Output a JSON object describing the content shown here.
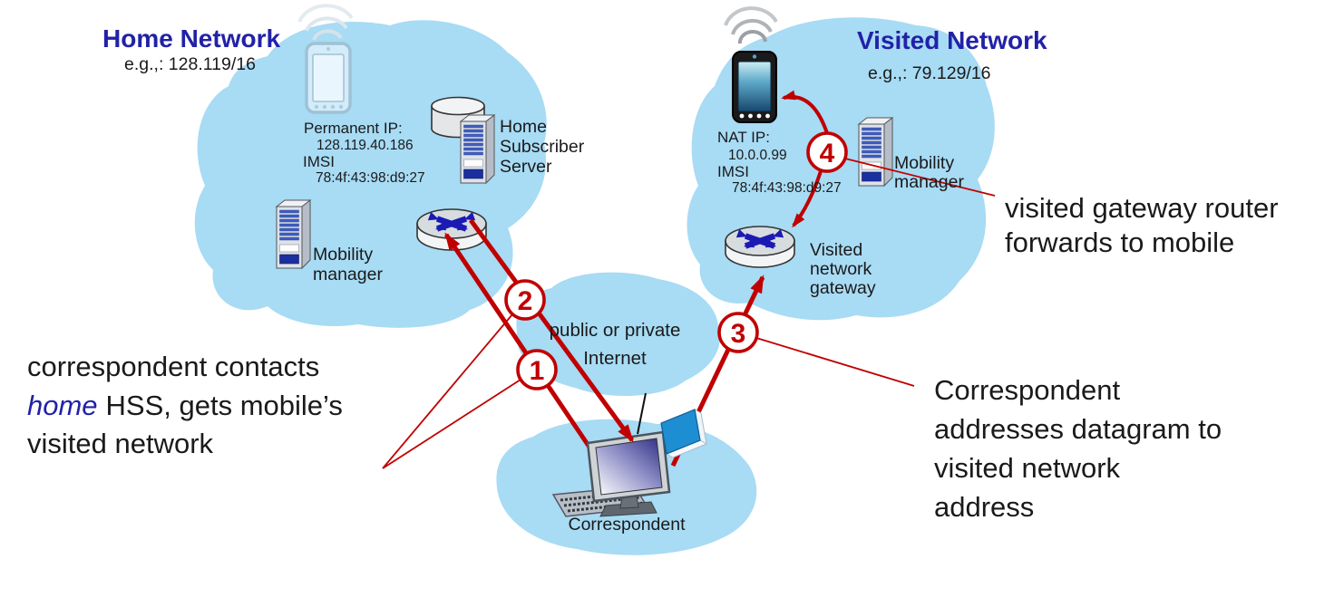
{
  "colors": {
    "accent_red": "#C00000",
    "title_blue": "#2121A8",
    "cloud_blue": "#A8DBF4",
    "router_x_blue": "#1B1BB4"
  },
  "home_network": {
    "title": "Home Network",
    "subnet": "e.g.,: 128.119/16",
    "phone_info": {
      "line1": "Permanent IP:",
      "line2": "128.119.40.186",
      "line3": "IMSI",
      "line4": "78:4f:43:98:d9:27"
    },
    "hss_label": {
      "line1": "Home",
      "line2": "Subscriber",
      "line3": "Server"
    },
    "mobility_manager": {
      "line1": "Mobility",
      "line2": "manager"
    }
  },
  "visited_network": {
    "title": "Visited Network",
    "subnet": "e.g.,: 79.129/16",
    "phone_info": {
      "line1": "NAT IP:",
      "line2": "10.0.0.99",
      "line3": "IMSI",
      "line4": "78:4f:43:98:d9:27"
    },
    "mobility_manager": {
      "line1": "Mobility",
      "line2": "manager"
    },
    "gateway_label": {
      "line1": "Visited",
      "line2": "network",
      "line3": "gateway"
    }
  },
  "internet": {
    "line1": "public or  private",
    "line2": "Internet"
  },
  "correspondent": {
    "label": "Correspondent"
  },
  "steps": {
    "s1": "1",
    "s2": "2",
    "s3": "3",
    "s4": "4"
  },
  "annotations": {
    "left": {
      "line1": "correspondent contacts",
      "line2_em": "home",
      "line2_rest": "HSS, gets mobile’s",
      "line3": "visited network"
    },
    "right_top": {
      "line1": "visited gateway router",
      "line2": "forwards to mobile"
    },
    "right_bottom": {
      "line1": "Correspondent",
      "line2": "addresses datagram to",
      "line3": "visited network",
      "line4": "address"
    }
  }
}
